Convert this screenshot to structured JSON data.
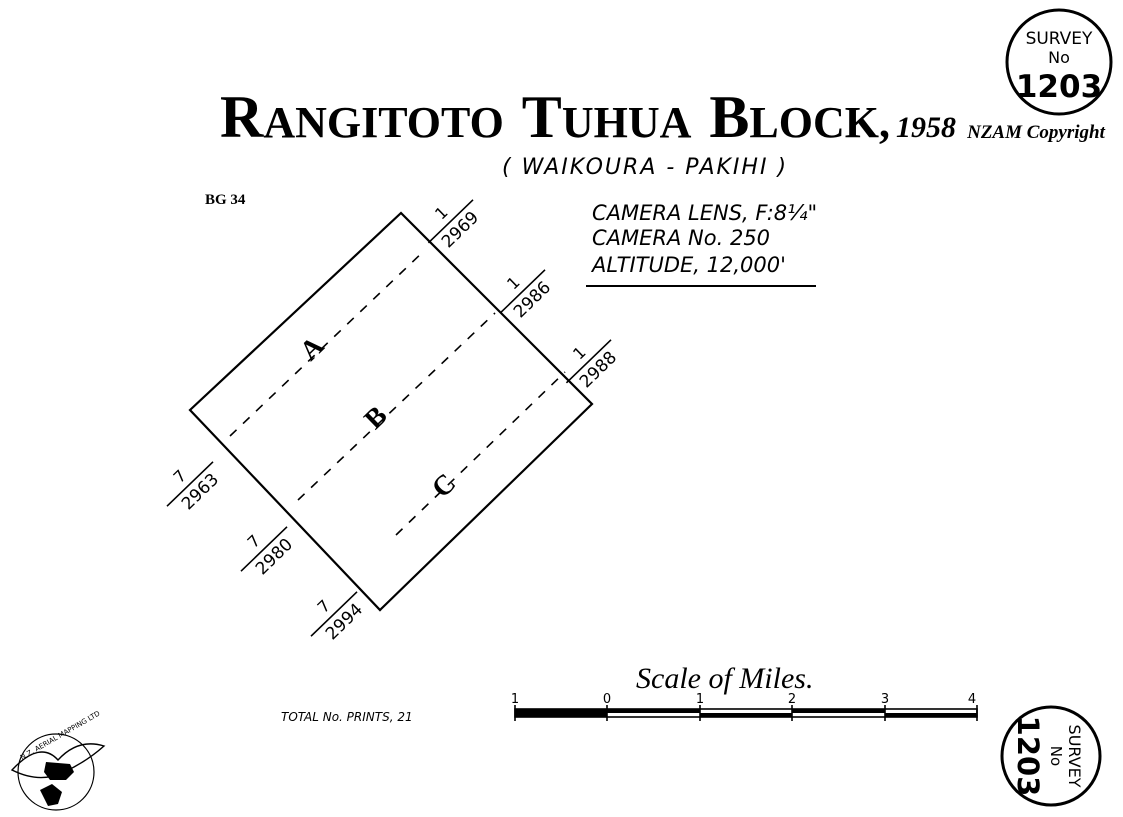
{
  "title": {
    "name_line1_cap1": "R",
    "name_line1_rest1": "ANGITOTO",
    "name_line1_cap2": "T",
    "name_line1_rest2": "UHUA",
    "name_line1_cap3": "B",
    "name_line1_rest3": "LOCK",
    "comma": ",",
    "year": "1958",
    "subtitle": "( WAIKOURA  -  PAKIHI )"
  },
  "survey_stamp_top": {
    "line1": "SURVEY",
    "line2": "No",
    "number": "1203"
  },
  "survey_stamp_bottom": {
    "line1": "SURVEY",
    "line2": "No",
    "number": "1203"
  },
  "copyright": "NZAM Copyright",
  "sheet_ref": "BG 34",
  "camera_info": {
    "lens": "CAMERA LENS, F:8¼\"",
    "camera_no": "CAMERA No. 250",
    "altitude": "ALTITUDE, 12,000'"
  },
  "strips": [
    {
      "label": "A",
      "run_start": {
        "num": "7",
        "frame": "2963"
      },
      "run_end": {
        "num": "1",
        "frame": "2969"
      }
    },
    {
      "label": "B",
      "run_start": {
        "num": "7",
        "frame": "2980"
      },
      "run_end": {
        "num": "1",
        "frame": "2986"
      }
    },
    {
      "label": "C",
      "run_start": {
        "num": "7",
        "frame": "2994"
      },
      "run_end": {
        "num": "1",
        "frame": "2988"
      }
    }
  ],
  "scale": {
    "title": "Scale of Miles.",
    "ticks": [
      "1",
      "0",
      "1",
      "2",
      "3",
      "4"
    ]
  },
  "total_prints": "TOTAL  No. PRINTS, 21",
  "logo_text": "N.Z. AERIAL MAPPING LTD"
}
